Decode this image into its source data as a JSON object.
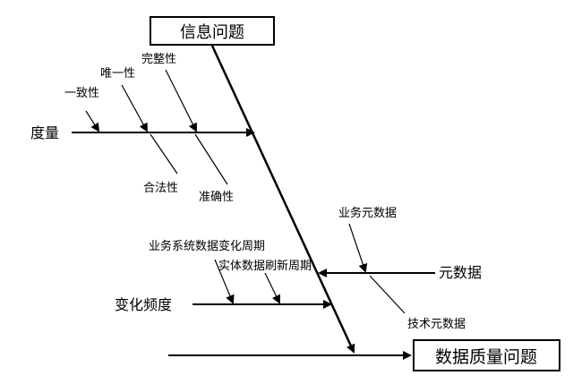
{
  "diagram": {
    "head": "数据质量问题",
    "spine_top_label": "信息问题",
    "branches": {
      "measure": {
        "label": "度量",
        "causes": [
          "一致性",
          "唯一性",
          "完整性",
          "合法性",
          "准确性"
        ]
      },
      "frequency": {
        "label": "变化频度",
        "causes": [
          "业务系统数据变化周期",
          "实体数据刷新周期"
        ]
      },
      "metadata": {
        "label": "元数据",
        "causes": [
          "业务元数据",
          "技术元数据"
        ]
      }
    },
    "colors": {
      "line": "#000000",
      "background": "#ffffff"
    }
  }
}
